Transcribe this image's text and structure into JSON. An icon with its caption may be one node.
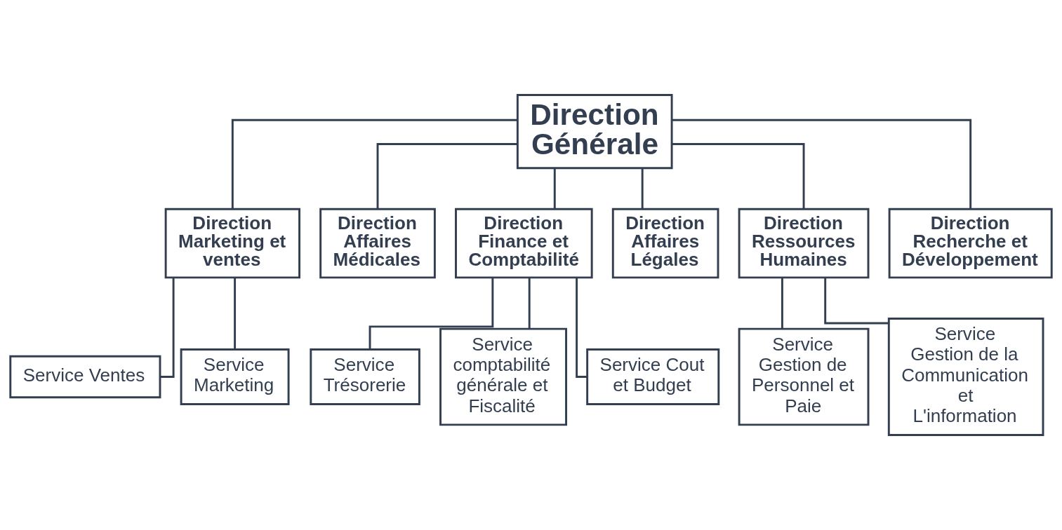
{
  "diagram": {
    "nodes": [
      {
        "text": [
          "Direction Générale"
        ]
      },
      {
        "text": [
          "Direction Marketing et ventes"
        ]
      },
      {
        "text": [
          "Direction Affaires Médicales"
        ]
      },
      {
        "text": [
          "Direction Finance et Comptabilité"
        ]
      },
      {
        "text": [
          "Direction Affaires Légales"
        ]
      },
      {
        "text": [
          "Direction Ressources Humaines"
        ]
      },
      {
        "text": [
          "Direction Recherche et Développement"
        ]
      },
      {
        "text": [
          "Service Ventes"
        ]
      },
      {
        "text": [
          "Service Marketing"
        ]
      },
      {
        "text": [
          "Service Trésorerie"
        ]
      },
      {
        "text": [
          "Service comptabilité générale et Fiscalité"
        ]
      },
      {
        "text": [
          "Service Cout et Budget"
        ]
      },
      {
        "text": [
          "Service Gestion de Personnel et Paie"
        ]
      },
      {
        "text": [
          "Service Gestion de la Communication et L'information"
        ]
      }
    ],
    "edges": [
      {
        "from": 0,
        "to": 1,
        "arrow": "none"
      },
      {
        "from": 0,
        "to": 2,
        "arrow": "none"
      },
      {
        "from": 0,
        "to": 3,
        "arrow": "none"
      },
      {
        "from": 0,
        "to": 4,
        "arrow": "none"
      },
      {
        "from": 0,
        "to": 5,
        "arrow": "none"
      },
      {
        "from": 0,
        "to": 6,
        "arrow": "none"
      },
      {
        "from": 1,
        "to": 7,
        "arrow": "none"
      },
      {
        "from": 1,
        "to": 8,
        "arrow": "none"
      },
      {
        "from": 3,
        "to": 9,
        "arrow": "none"
      },
      {
        "from": 3,
        "to": 10,
        "arrow": "none"
      },
      {
        "from": 3,
        "to": 11,
        "arrow": "none"
      },
      {
        "from": 5,
        "to": 12,
        "arrow": "none"
      },
      {
        "from": 5,
        "to": 13,
        "arrow": "none"
      }
    ]
  }
}
